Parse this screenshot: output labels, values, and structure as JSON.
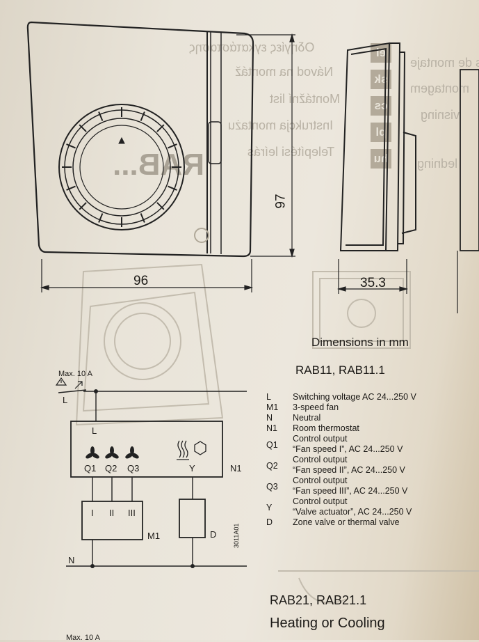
{
  "bleed_through": {
    "lines": [
      "Οδηγίες εγκατάστασης",
      "Návod na montáž",
      "Montážní list",
      "Instrukcja montażu",
      "Telepítési leírás"
    ],
    "codes": [
      "el",
      "sk",
      "cs",
      "pl",
      "hu"
    ],
    "right_lines": [
      "s de montaje",
      "montagem",
      "visning",
      "ledning"
    ]
  },
  "drawing": {
    "front_label": "RAB...",
    "height_dim": "97",
    "width_dim": "96",
    "depth_dim": "35.3",
    "dimensions_caption": "Dimensions in mm"
  },
  "diagram": {
    "model_title": "RAB11, RAB11.1",
    "max_current": "Max. 10 A",
    "line_L": "L",
    "box_L": "L",
    "neutral": "N",
    "outputs": [
      "Q1",
      "Q2",
      "Q3"
    ],
    "valve_out": "Y",
    "thermostat": "N1",
    "fan_speeds": [
      "I",
      "II",
      "III"
    ],
    "fan": "M1",
    "valve": "D",
    "drawing_no": "3011A01"
  },
  "legend": [
    {
      "key": "L",
      "text": [
        "Switching voltage AC 24...250 V"
      ]
    },
    {
      "key": "M1",
      "text": [
        "3-speed fan"
      ]
    },
    {
      "key": "N",
      "text": [
        "Neutral"
      ]
    },
    {
      "key": "N1",
      "text": [
        "Room thermostat"
      ]
    },
    {
      "key": "Q1",
      "text": [
        "Control output",
        "“Fan speed I”, AC 24...250 V"
      ]
    },
    {
      "key": "Q2",
      "text": [
        "Control output",
        "“Fan speed II”, AC 24...250 V"
      ]
    },
    {
      "key": "Q3",
      "text": [
        "Control output",
        "“Fan speed III”, AC 24...250 V"
      ]
    },
    {
      "key": "Y",
      "text": [
        "Control output",
        "“Valve actuator”, AC 24...250 V"
      ]
    },
    {
      "key": "D",
      "text": [
        "Zone valve or thermal valve"
      ]
    }
  ],
  "next_section": {
    "title": "RAB21, RAB21.1",
    "subtitle": "Heating or Cooling",
    "max_current": "Max. 10 A"
  }
}
